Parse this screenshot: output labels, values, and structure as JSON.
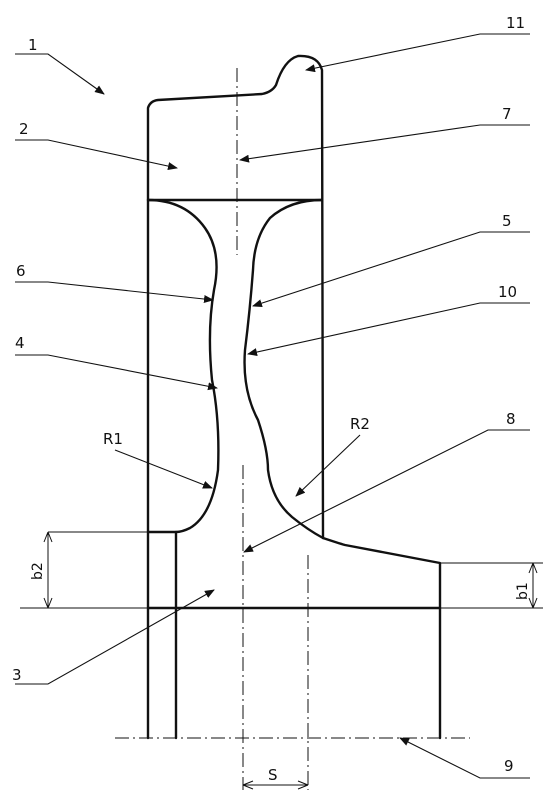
{
  "labels": {
    "n1": "1",
    "n2": "2",
    "n3": "3",
    "n4": "4",
    "n5": "5",
    "n6": "6",
    "n7": "7",
    "n8": "8",
    "n9": "9",
    "n10": "10",
    "n11": "11",
    "r1": "R1",
    "r2": "R2",
    "b1": "b1",
    "b2": "b2",
    "s": "S"
  }
}
